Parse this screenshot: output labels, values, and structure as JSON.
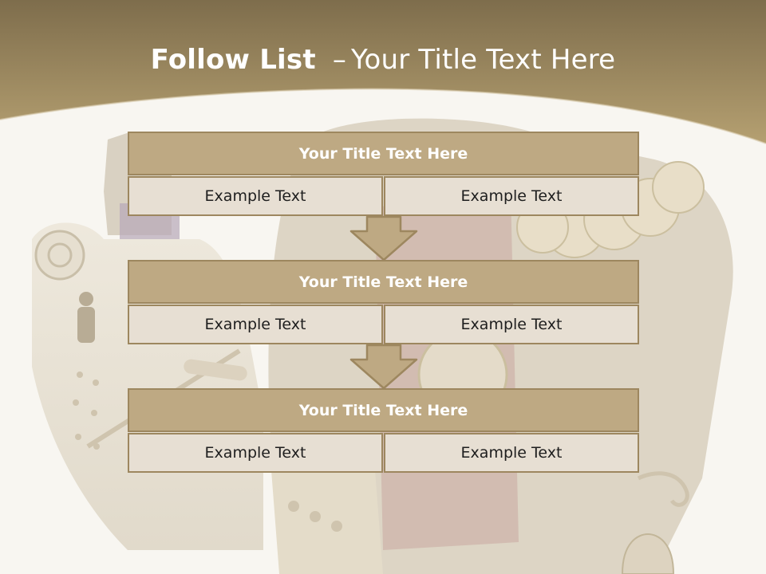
{
  "slide": {
    "title_bold": "Follow List",
    "title_dash": "–",
    "title_rest": "Your Title Text Here"
  },
  "flow": [
    {
      "title": "Your Title Text Here",
      "cells": [
        "Example Text",
        "Example Text"
      ]
    },
    {
      "title": "Your Title Text Here",
      "cells": [
        "Example Text",
        "Example Text"
      ]
    },
    {
      "title": "Your Title Text Here",
      "cells": [
        "Example Text",
        "Example Text"
      ]
    }
  ],
  "colors": {
    "header_top": "#7e6d4c",
    "header_bottom": "#b5a071",
    "block_title": "#bea983",
    "block_border": "#9d875f",
    "cell_fill": "#e7dfd3",
    "arrow_fill": "#bea983"
  },
  "icons": [
    "down-arrow-icon",
    "down-arrow-icon"
  ]
}
